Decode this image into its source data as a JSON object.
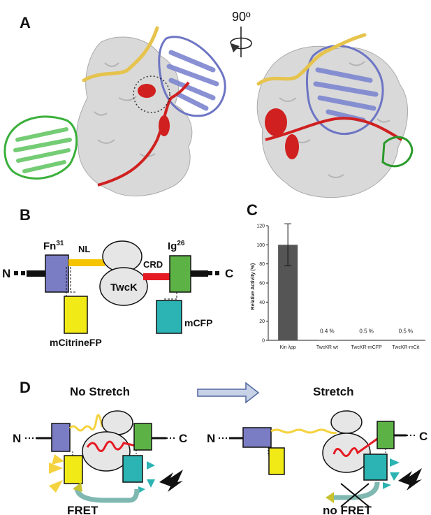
{
  "panels": {
    "a": {
      "letter": "A",
      "rotation": "90º"
    },
    "b": {
      "letter": "B",
      "n_terminus": "N",
      "c_terminus": "C",
      "fn_domain": "Fn",
      "fn_superscript": "31",
      "ig_domain": "Ig",
      "ig_superscript": "26",
      "linker": "NL",
      "crd": "CRD",
      "kinase": "TwcK",
      "donor_fp": "mCitrineFP",
      "acceptor_fp": "mCFP"
    },
    "c": {
      "letter": "C"
    },
    "d": {
      "letter": "D",
      "left_title": "No Stretch",
      "right_title": "Stretch",
      "left_n": "N",
      "left_c": "C",
      "right_n": "N",
      "right_c": "C",
      "left_result": "FRET",
      "right_result": "no FRET"
    }
  },
  "chart_data": {
    "type": "bar",
    "categories": [
      "Kin λpp",
      "TwcKR wt",
      "TwcKR-mCFP",
      "TwcKR-mCit"
    ],
    "values": [
      100,
      0.4,
      0.5,
      0.5
    ],
    "error": [
      22,
      0,
      0,
      0
    ],
    "bar_labels": [
      "",
      "0.4 %",
      "0.5 %",
      "0.5 %"
    ],
    "ylabel": "Relative Activity (%)",
    "ylim": [
      0,
      120
    ],
    "yticks": [
      0,
      20,
      40,
      60,
      80,
      100,
      120
    ],
    "bar_color": "#555555"
  }
}
